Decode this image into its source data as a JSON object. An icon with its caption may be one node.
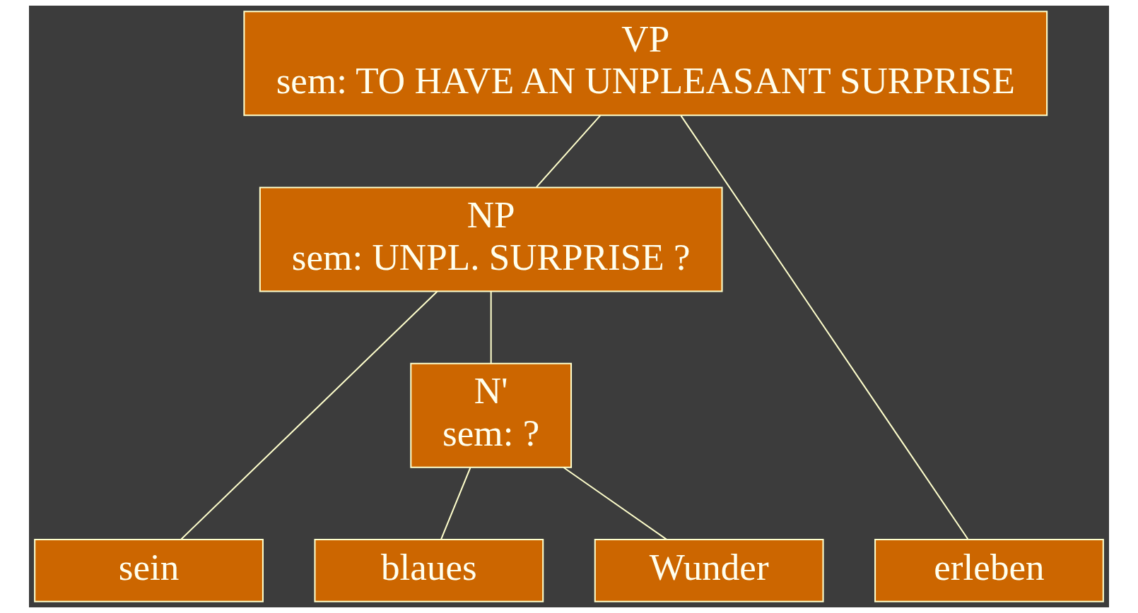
{
  "diagram": {
    "nodes": [
      {
        "text": [
          "VP",
          "sem: TO HAVE AN UNPLEASANT SURPRISE"
        ]
      },
      {
        "text": [
          "NP",
          "sem: UNPL. SURPRISE ?"
        ]
      },
      {
        "text": [
          "N'",
          "sem: ?"
        ]
      },
      {
        "text": [
          "sein"
        ]
      },
      {
        "text": [
          "blaues"
        ]
      },
      {
        "text": [
          "Wunder"
        ]
      },
      {
        "text": [
          "erleben"
        ]
      }
    ],
    "edges": [
      {
        "from": 0,
        "to": 1,
        "arrow": "none"
      },
      {
        "from": 0,
        "to": 6,
        "arrow": "none"
      },
      {
        "from": 1,
        "to": 3,
        "arrow": "none"
      },
      {
        "from": 1,
        "to": 2,
        "arrow": "none"
      },
      {
        "from": 2,
        "to": 4,
        "arrow": "none"
      },
      {
        "from": 2,
        "to": 5,
        "arrow": "none"
      }
    ]
  }
}
